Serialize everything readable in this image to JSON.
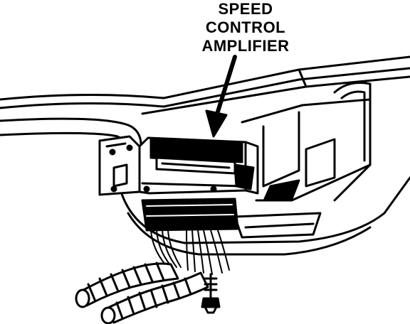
{
  "callout": {
    "line1": "SPEED",
    "line2": "CONTROL",
    "line3": "AMPLIFIER"
  },
  "colors": {
    "ink": "#000000",
    "paper": "#ffffff"
  }
}
